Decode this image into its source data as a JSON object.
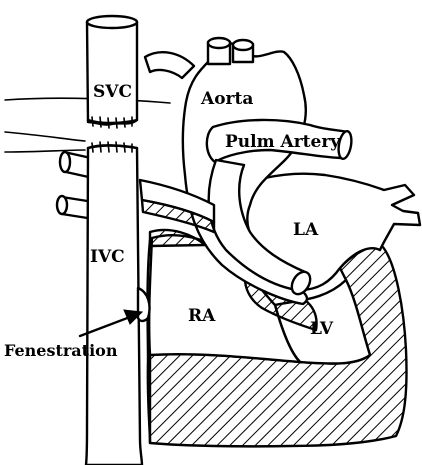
{
  "labels": {
    "svc": "SVC",
    "aorta": "Aorta",
    "pulm_artery": "Pulm Artery",
    "la": "LA",
    "ivc": "IVC",
    "ra": "RA",
    "lv": "LV",
    "fenestration": "Fenestration"
  },
  "colors": {
    "ink": "#000000",
    "background": "#ffffff"
  }
}
